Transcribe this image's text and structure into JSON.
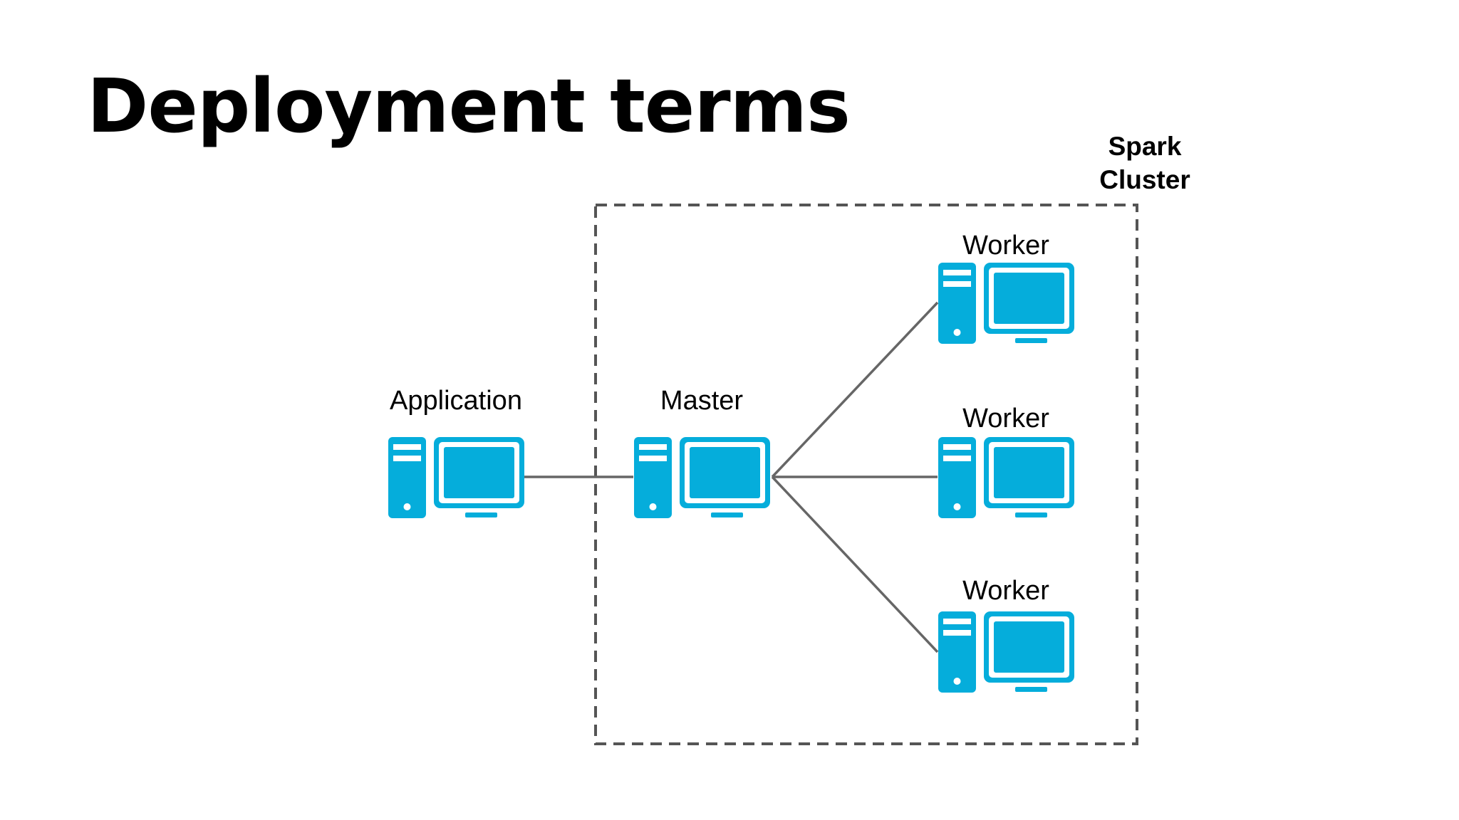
{
  "slide": {
    "title": "Deployment terms"
  },
  "cluster": {
    "label_line1": "Spark",
    "label_line2": "Cluster"
  },
  "nodes": {
    "application": {
      "label": "Application"
    },
    "master": {
      "label": "Master"
    },
    "worker_1": {
      "label": "Worker"
    },
    "worker_2": {
      "label": "Worker"
    },
    "worker_3": {
      "label": "Worker"
    }
  },
  "colors": {
    "computer_icon": "#05ADDB",
    "connector_line": "#666666",
    "cluster_border": "#555555",
    "text": "#000000"
  },
  "icons": {
    "node_icon": "desktop-computer-icon"
  }
}
